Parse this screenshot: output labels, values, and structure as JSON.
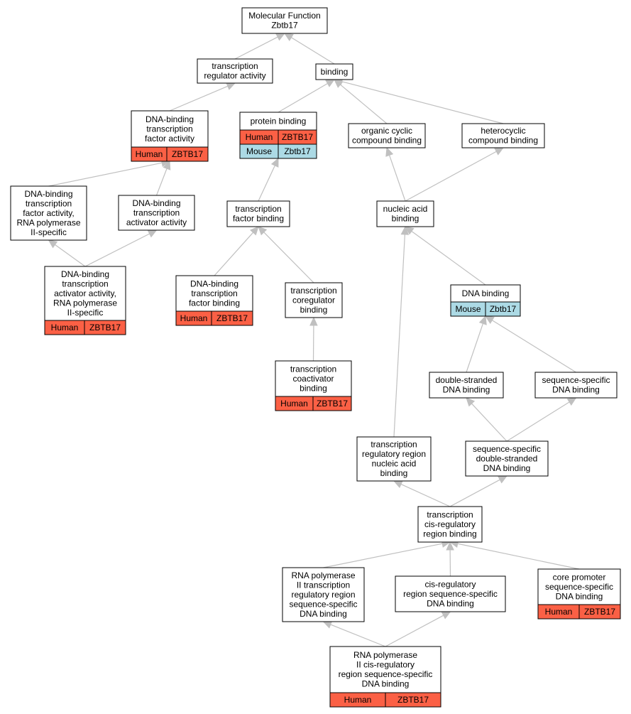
{
  "colors": {
    "human": "#fb6045",
    "mouse": "#acdae5",
    "edge": "#c0c0c0",
    "border": "#000000",
    "background": "#ffffff"
  },
  "nodes": [
    {
      "id": "mf",
      "lines": [
        "Molecular Function",
        "Zbtb17"
      ],
      "annotations": []
    },
    {
      "id": "tra",
      "lines": [
        "transcription",
        "regulator activity"
      ],
      "annotations": []
    },
    {
      "id": "binding",
      "lines": [
        "binding"
      ],
      "annotations": []
    },
    {
      "id": "dbtfa",
      "lines": [
        "DNA-binding",
        "transcription",
        "factor activity"
      ],
      "annotations": [
        {
          "species": "Human",
          "gene": "ZBTB17"
        }
      ]
    },
    {
      "id": "pb",
      "lines": [
        "protein binding"
      ],
      "annotations": [
        {
          "species": "Human",
          "gene": "ZBTB17"
        },
        {
          "species": "Mouse",
          "gene": "Zbtb17"
        }
      ]
    },
    {
      "id": "occb",
      "lines": [
        "organic cyclic",
        "compound binding"
      ],
      "annotations": []
    },
    {
      "id": "hcb",
      "lines": [
        "heterocyclic",
        "compound binding"
      ],
      "annotations": []
    },
    {
      "id": "dbtfa2",
      "lines": [
        "DNA-binding",
        "transcription",
        "factor activity,",
        "RNA polymerase",
        "II-specific"
      ],
      "annotations": []
    },
    {
      "id": "dbtaa",
      "lines": [
        "DNA-binding",
        "transcription",
        "activator activity"
      ],
      "annotations": []
    },
    {
      "id": "tfb",
      "lines": [
        "transcription",
        "factor binding"
      ],
      "annotations": []
    },
    {
      "id": "nab",
      "lines": [
        "nucleic acid",
        "binding"
      ],
      "annotations": []
    },
    {
      "id": "dbtaa2",
      "lines": [
        "DNA-binding",
        "transcription",
        "activator activity,",
        "RNA polymerase",
        "II-specific"
      ],
      "annotations": [
        {
          "species": "Human",
          "gene": "ZBTB17"
        }
      ]
    },
    {
      "id": "dbtfb",
      "lines": [
        "DNA-binding",
        "transcription",
        "factor binding"
      ],
      "annotations": [
        {
          "species": "Human",
          "gene": "ZBTB17"
        }
      ]
    },
    {
      "id": "tcb",
      "lines": [
        "transcription",
        "coregulator",
        "binding"
      ],
      "annotations": []
    },
    {
      "id": "dnab",
      "lines": [
        "DNA binding"
      ],
      "annotations": [
        {
          "species": "Mouse",
          "gene": "Zbtb17"
        }
      ]
    },
    {
      "id": "tcab",
      "lines": [
        "transcription",
        "coactivator",
        "binding"
      ],
      "annotations": [
        {
          "species": "Human",
          "gene": "ZBTB17"
        }
      ]
    },
    {
      "id": "dsdb",
      "lines": [
        "double-stranded",
        "DNA binding"
      ],
      "annotations": []
    },
    {
      "id": "ssdb",
      "lines": [
        "sequence-specific",
        "DNA binding"
      ],
      "annotations": []
    },
    {
      "id": "trrnab",
      "lines": [
        "transcription",
        "regulatory region",
        "nucleic acid",
        "binding"
      ],
      "annotations": []
    },
    {
      "id": "ssdsdb",
      "lines": [
        "sequence-specific",
        "double-stranded",
        "DNA binding"
      ],
      "annotations": []
    },
    {
      "id": "tcrrb",
      "lines": [
        "transcription",
        "cis-regulatory",
        "region binding"
      ],
      "annotations": []
    },
    {
      "id": "rnap2trr",
      "lines": [
        "RNA polymerase",
        "II transcription",
        "regulatory region",
        "sequence-specific",
        "DNA binding"
      ],
      "annotations": []
    },
    {
      "id": "crrssdb",
      "lines": [
        "cis-regulatory",
        "region sequence-specific",
        "DNA binding"
      ],
      "annotations": []
    },
    {
      "id": "cpssdb",
      "lines": [
        "core promoter",
        "sequence-specific",
        "DNA binding"
      ],
      "annotations": [
        {
          "species": "Human",
          "gene": "ZBTB17"
        }
      ]
    },
    {
      "id": "rnap2crr",
      "lines": [
        "RNA polymerase",
        "II cis-regulatory",
        "region sequence-specific",
        "DNA binding"
      ],
      "annotations": [
        {
          "species": "Human",
          "gene": "ZBTB17"
        }
      ]
    }
  ],
  "edges": [
    {
      "from": "tra",
      "to": "mf"
    },
    {
      "from": "binding",
      "to": "mf"
    },
    {
      "from": "dbtfa",
      "to": "tra"
    },
    {
      "from": "pb",
      "to": "binding"
    },
    {
      "from": "occb",
      "to": "binding"
    },
    {
      "from": "hcb",
      "to": "binding"
    },
    {
      "from": "dbtfa2",
      "to": "dbtfa"
    },
    {
      "from": "dbtaa",
      "to": "dbtfa"
    },
    {
      "from": "tfb",
      "to": "pb"
    },
    {
      "from": "nab",
      "to": "occb"
    },
    {
      "from": "nab",
      "to": "hcb"
    },
    {
      "from": "dbtaa2",
      "to": "dbtfa2"
    },
    {
      "from": "dbtaa2",
      "to": "dbtaa"
    },
    {
      "from": "dbtfb",
      "to": "tfb"
    },
    {
      "from": "tcb",
      "to": "tfb"
    },
    {
      "from": "dnab",
      "to": "nab"
    },
    {
      "from": "tcab",
      "to": "tcb"
    },
    {
      "from": "dsdb",
      "to": "dnab"
    },
    {
      "from": "ssdb",
      "to": "dnab"
    },
    {
      "from": "trrnab",
      "to": "nab"
    },
    {
      "from": "ssdsdb",
      "to": "dsdb"
    },
    {
      "from": "ssdsdb",
      "to": "ssdb"
    },
    {
      "from": "tcrrb",
      "to": "trrnab"
    },
    {
      "from": "tcrrb",
      "to": "ssdsdb"
    },
    {
      "from": "rnap2trr",
      "to": "tcrrb"
    },
    {
      "from": "crrssdb",
      "to": "tcrrb"
    },
    {
      "from": "cpssdb",
      "to": "tcrrb"
    },
    {
      "from": "rnap2crr",
      "to": "rnap2trr"
    },
    {
      "from": "rnap2crr",
      "to": "crrssdb"
    }
  ]
}
